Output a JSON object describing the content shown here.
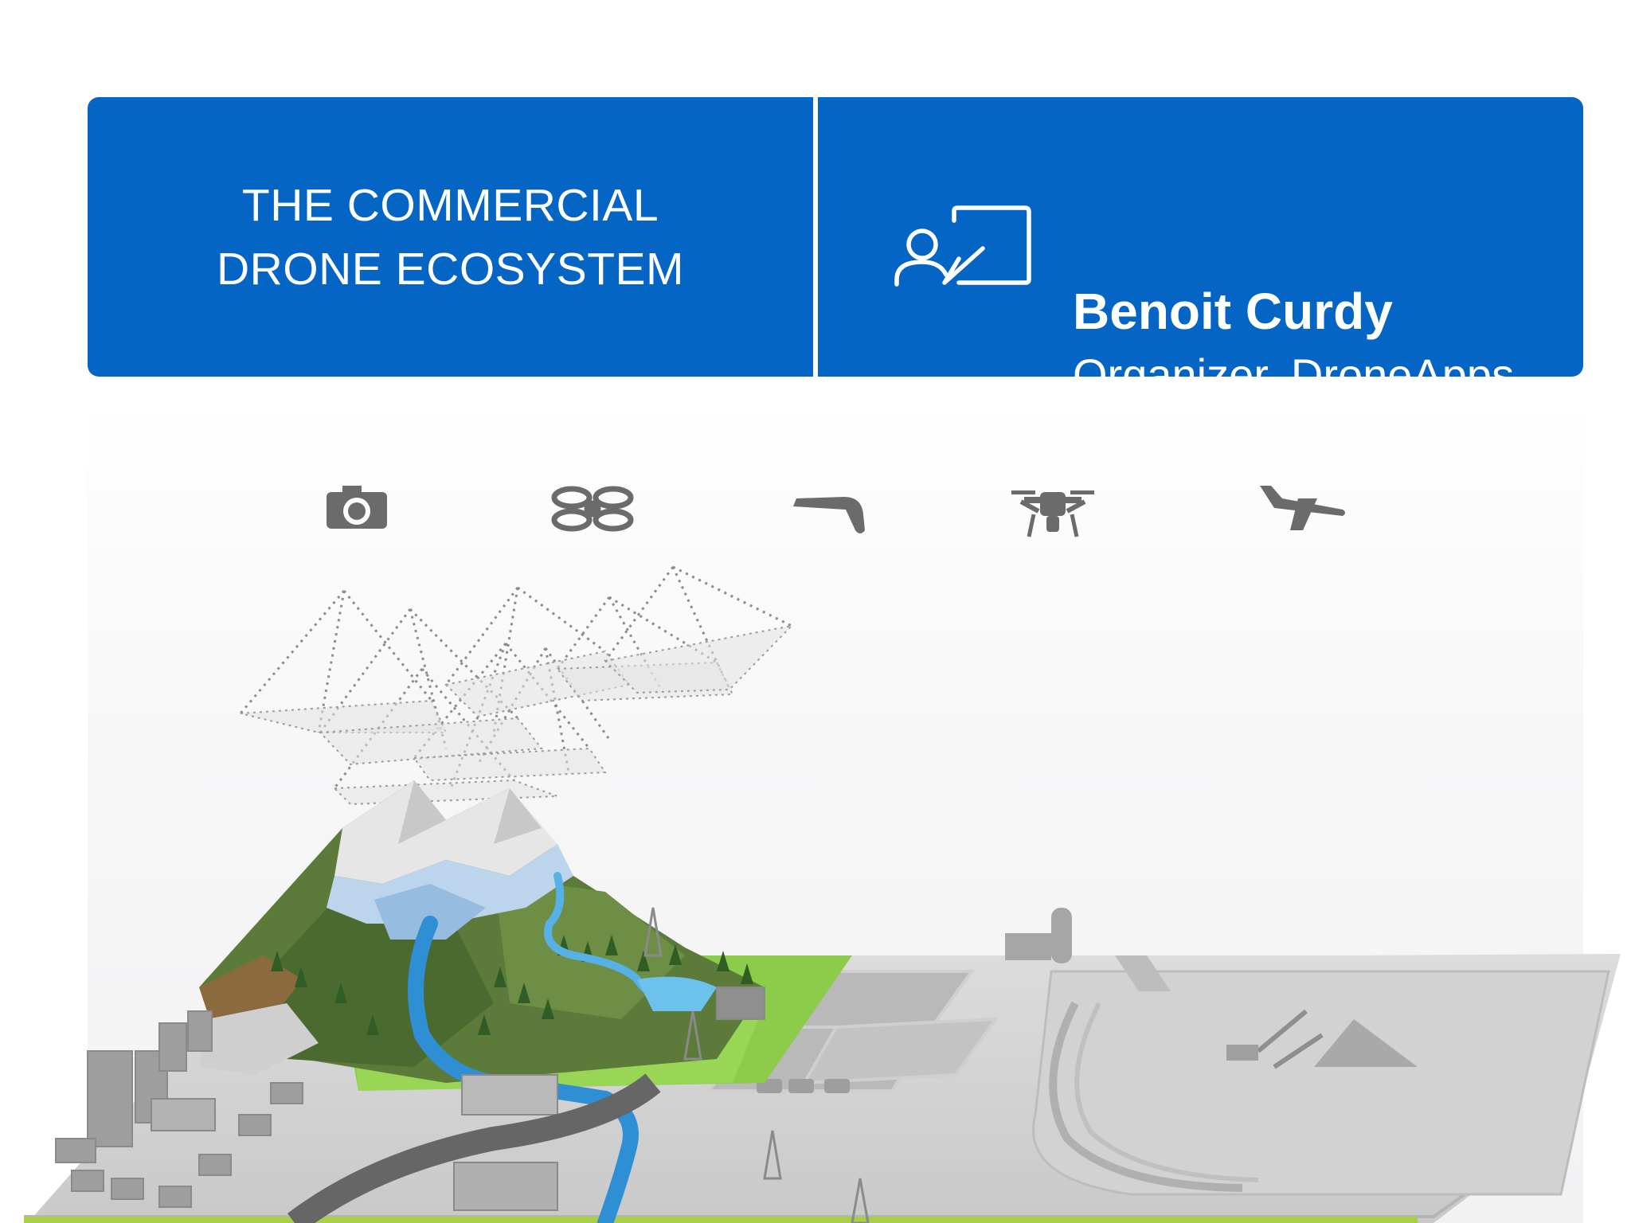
{
  "banner": {
    "title_line1": "THE COMMERCIAL",
    "title_line2": "DRONE ECOSYSTEM",
    "speaker_name": "Benoit Curdy",
    "speaker_role": "Organizer, DroneApps",
    "background_color": "#0565c4",
    "icon": "presenter-icon"
  },
  "illustration": {
    "aircraft_icons": [
      "camera-icon",
      "quadcopter-icon",
      "fixed-wing-drone-icon",
      "hexacopter-icon",
      "light-aircraft-icon"
    ]
  }
}
